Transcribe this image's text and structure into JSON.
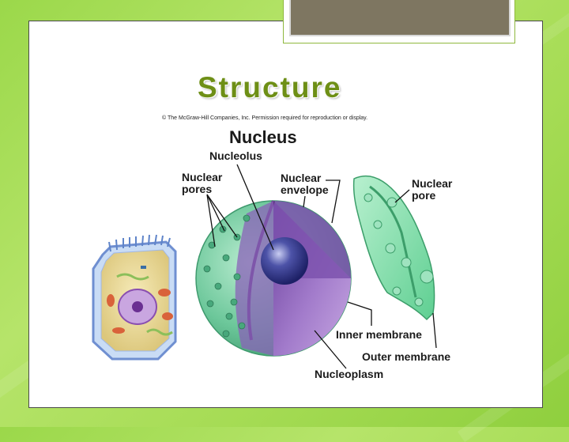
{
  "slide": {
    "title": "Structure",
    "copyright": "© The McGraw-Hill Companies, Inc. Permission required for reproduction or display."
  },
  "diagram": {
    "heading": "Nucleus",
    "labels": {
      "nucleolus": "Nucleolus",
      "nuclear_pores": "Nuclear\npores",
      "nuclear_envelope": "Nuclear\nenvelope",
      "nuclear_pore": "Nuclear\npore",
      "inner_membrane": "Inner membrane",
      "outer_membrane": "Outer membrane",
      "nucleoplasm": "Nucleoplasm"
    }
  },
  "colors": {
    "background": "#a6dc55",
    "title": "#6e8f16",
    "nucleus_outer": "#6cc79a",
    "nucleoplasm": "#9a6fc0",
    "nucleolus": "#3b3f8e",
    "cell_border": "#6f8fd1",
    "cytoplasm": "#e8d79a"
  }
}
